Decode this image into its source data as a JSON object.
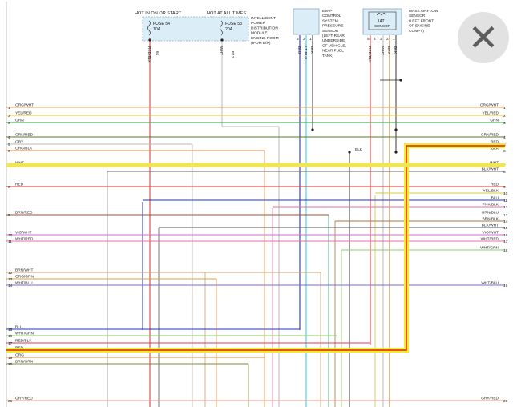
{
  "header": {
    "hot_in_on": "HOT IN ON OR START",
    "hot_all": "HOT AT ALL TIMES",
    "fuse54_name": "FUSE 54",
    "fuse54_amp": "10A",
    "fuse53_name": "FUSE 53",
    "fuse53_amp": "20A",
    "ipdm_lines": [
      "INTELLIGENT",
      "POWER",
      "DISTRIBUTION",
      "MODULE",
      "ENGINE ROOM",
      "(IPDM E/R)"
    ],
    "evap_lines": [
      "EVAP",
      "CONTROL",
      "SYSTEM",
      "PRESSURE",
      "SENSOR",
      "(LEFT REAR",
      "UNDERSIDE",
      "OF VEHICLE,",
      "NEAR FUEL",
      "TANK)"
    ],
    "maf_lines": [
      "MASS AIRFLOW",
      "SENSOR",
      "(LEFT FRONT",
      "OF ENGINE",
      "COMPT)"
    ],
    "iat_label": "IAT",
    "iat_sub": "SENSOR",
    "pin_labels": [
      "3",
      "2",
      "1",
      "5",
      "4",
      "3",
      "2",
      "1"
    ],
    "wire_tags": [
      "RED/BLK",
      "WHT",
      "BLU",
      "LT BLU",
      "BLK",
      "RED/BLK",
      "WHT",
      "BRN",
      "BLK"
    ],
    "side_tags": [
      "61",
      "E6",
      "30",
      "E12"
    ]
  },
  "rows": [
    {
      "n": "1",
      "left": "ORG/WHT",
      "right": "ORG/WHT",
      "rn": "1"
    },
    {
      "n": "2",
      "left": "YEL/RED",
      "right": "YEL/RED",
      "rn": "2"
    },
    {
      "n": "3",
      "left": "GRN",
      "right": "GRN",
      "rn": "3"
    },
    {
      "n": "4",
      "left": "GRN/RED",
      "right": "GRN/RED",
      "rn": "4"
    },
    {
      "n": "5",
      "left": "GRY",
      "right": "RED",
      "rn": "5"
    },
    {
      "n": "6",
      "left": "ORG/BLK",
      "right": "BLK",
      "rn": "6"
    },
    {
      "n": "7",
      "left": "WHT",
      "right": "WHT",
      "rn": "7"
    },
    {
      "n": "",
      "left": "",
      "right": "BLK/WHT",
      "rn": "8"
    },
    {
      "n": "8",
      "left": "RED",
      "right": "RED",
      "rn": "9"
    },
    {
      "n": "",
      "left": "",
      "right": "YEL/BLK",
      "rn": "10"
    },
    {
      "n": "",
      "left": "",
      "right": "BLU",
      "rn": "11"
    },
    {
      "n": "",
      "left": "",
      "right": "PNK/BLK",
      "rn": "12"
    },
    {
      "n": "9",
      "left": "BRN/RED",
      "right": "GRN/BLU",
      "rn": "13"
    },
    {
      "n": "",
      "left": "",
      "right": "BRN/BLK",
      "rn": "14"
    },
    {
      "n": "",
      "left": "",
      "right": "BLK/WHT",
      "rn": "15"
    },
    {
      "n": "10",
      "left": "VIO/WHT",
      "right": "VIO/WHT",
      "rn": "16"
    },
    {
      "n": "11",
      "left": "WHT/RED",
      "right": "WHT/RED",
      "rn": "17"
    },
    {
      "n": "",
      "left": "",
      "right": "WHT/GRN",
      "rn": "18"
    },
    {
      "n": "12",
      "left": "BRN/WHT",
      "right": "",
      "rn": ""
    },
    {
      "n": "13",
      "left": "ORG/GRN",
      "right": "",
      "rn": ""
    },
    {
      "n": "14",
      "left": "WHT/BLU",
      "right": "WHT/BLU",
      "rn": "19"
    },
    {
      "n": "15",
      "left": "BLU",
      "right": "",
      "rn": ""
    },
    {
      "n": "16",
      "left": "WHT/GRN",
      "right": "",
      "rn": ""
    },
    {
      "n": "17",
      "left": "RED/BLK",
      "right": "",
      "rn": ""
    },
    {
      "n": "18",
      "left": "RED",
      "right": "",
      "rn": ""
    },
    {
      "n": "19",
      "left": "ORG",
      "right": "",
      "rn": ""
    },
    {
      "n": "20",
      "left": "BRN/GRN",
      "right": "",
      "rn": ""
    },
    {
      "n": "21",
      "left": "GRY/RED",
      "right": "GRY/RED",
      "rn": "20"
    }
  ],
  "bus_tag": "BLK",
  "colors": {
    "highlight": "#f7ea2a",
    "hl_red": "#e21f1f",
    "box": "#dbeef8"
  },
  "close_icon": "close-icon"
}
